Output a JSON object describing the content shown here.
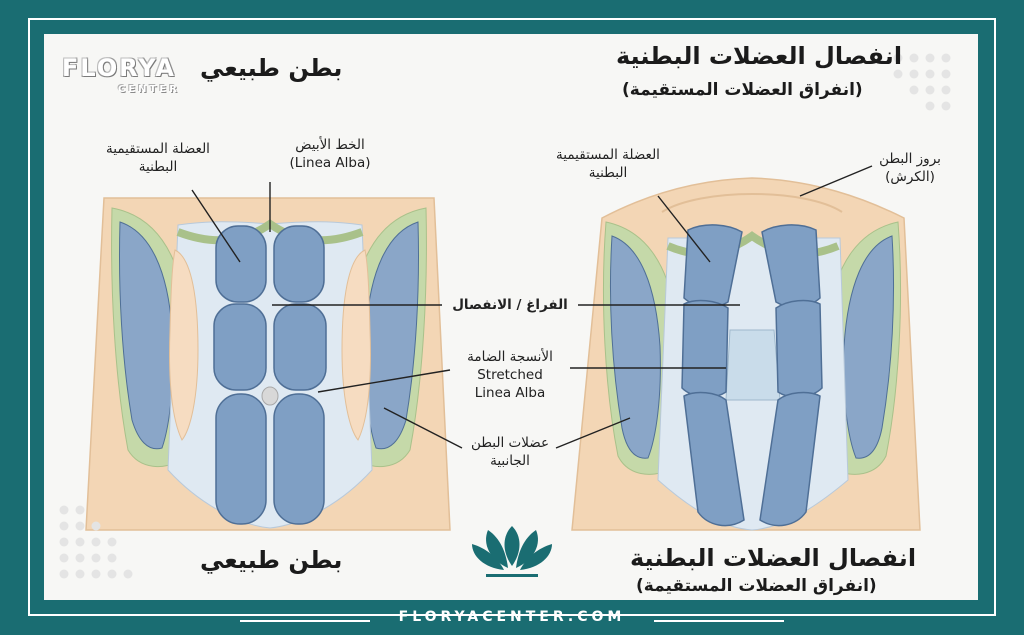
{
  "brand": {
    "logo_main": "FLORYA",
    "logo_sub": "CENTER",
    "website": "FLORYACENTER.COM"
  },
  "left_diagram": {
    "title": "بطن طبيعي",
    "bottom_title": "بطن طبيعي",
    "labels": {
      "rectus": [
        "العضلة المستقيمية",
        "البطنية"
      ],
      "linea_alba": [
        "الخط الأبيض",
        "(Linea Alba)"
      ]
    }
  },
  "right_diagram": {
    "title": "انفصال العضلات البطنية",
    "subtitle": "(انفراق العضلات المستقيمة)",
    "bottom_title": "انفصال العضلات البطنية",
    "bottom_subtitle": "(انفراق العضلات المستقيمة)",
    "labels": {
      "rectus": [
        "العضلة المستقيمية",
        "البطنية"
      ],
      "belly": [
        "بروز البطن",
        "(الكرش)"
      ]
    }
  },
  "center_labels": {
    "gap": "الفراغ / الانفصال",
    "stretched": [
      "الأنسجة الضامة",
      "Stretched",
      "Linea Alba"
    ],
    "obliques": [
      "عضلات البطن",
      "الجانبية"
    ]
  },
  "colors": {
    "background": "#1a6d72",
    "panel": "#f7f7f5",
    "muscle_blue": "#7f9fc4",
    "muscle_stroke": "#4f6f96",
    "skin": "#f3d6b5",
    "oblique_green": "#c5d9a9"
  }
}
